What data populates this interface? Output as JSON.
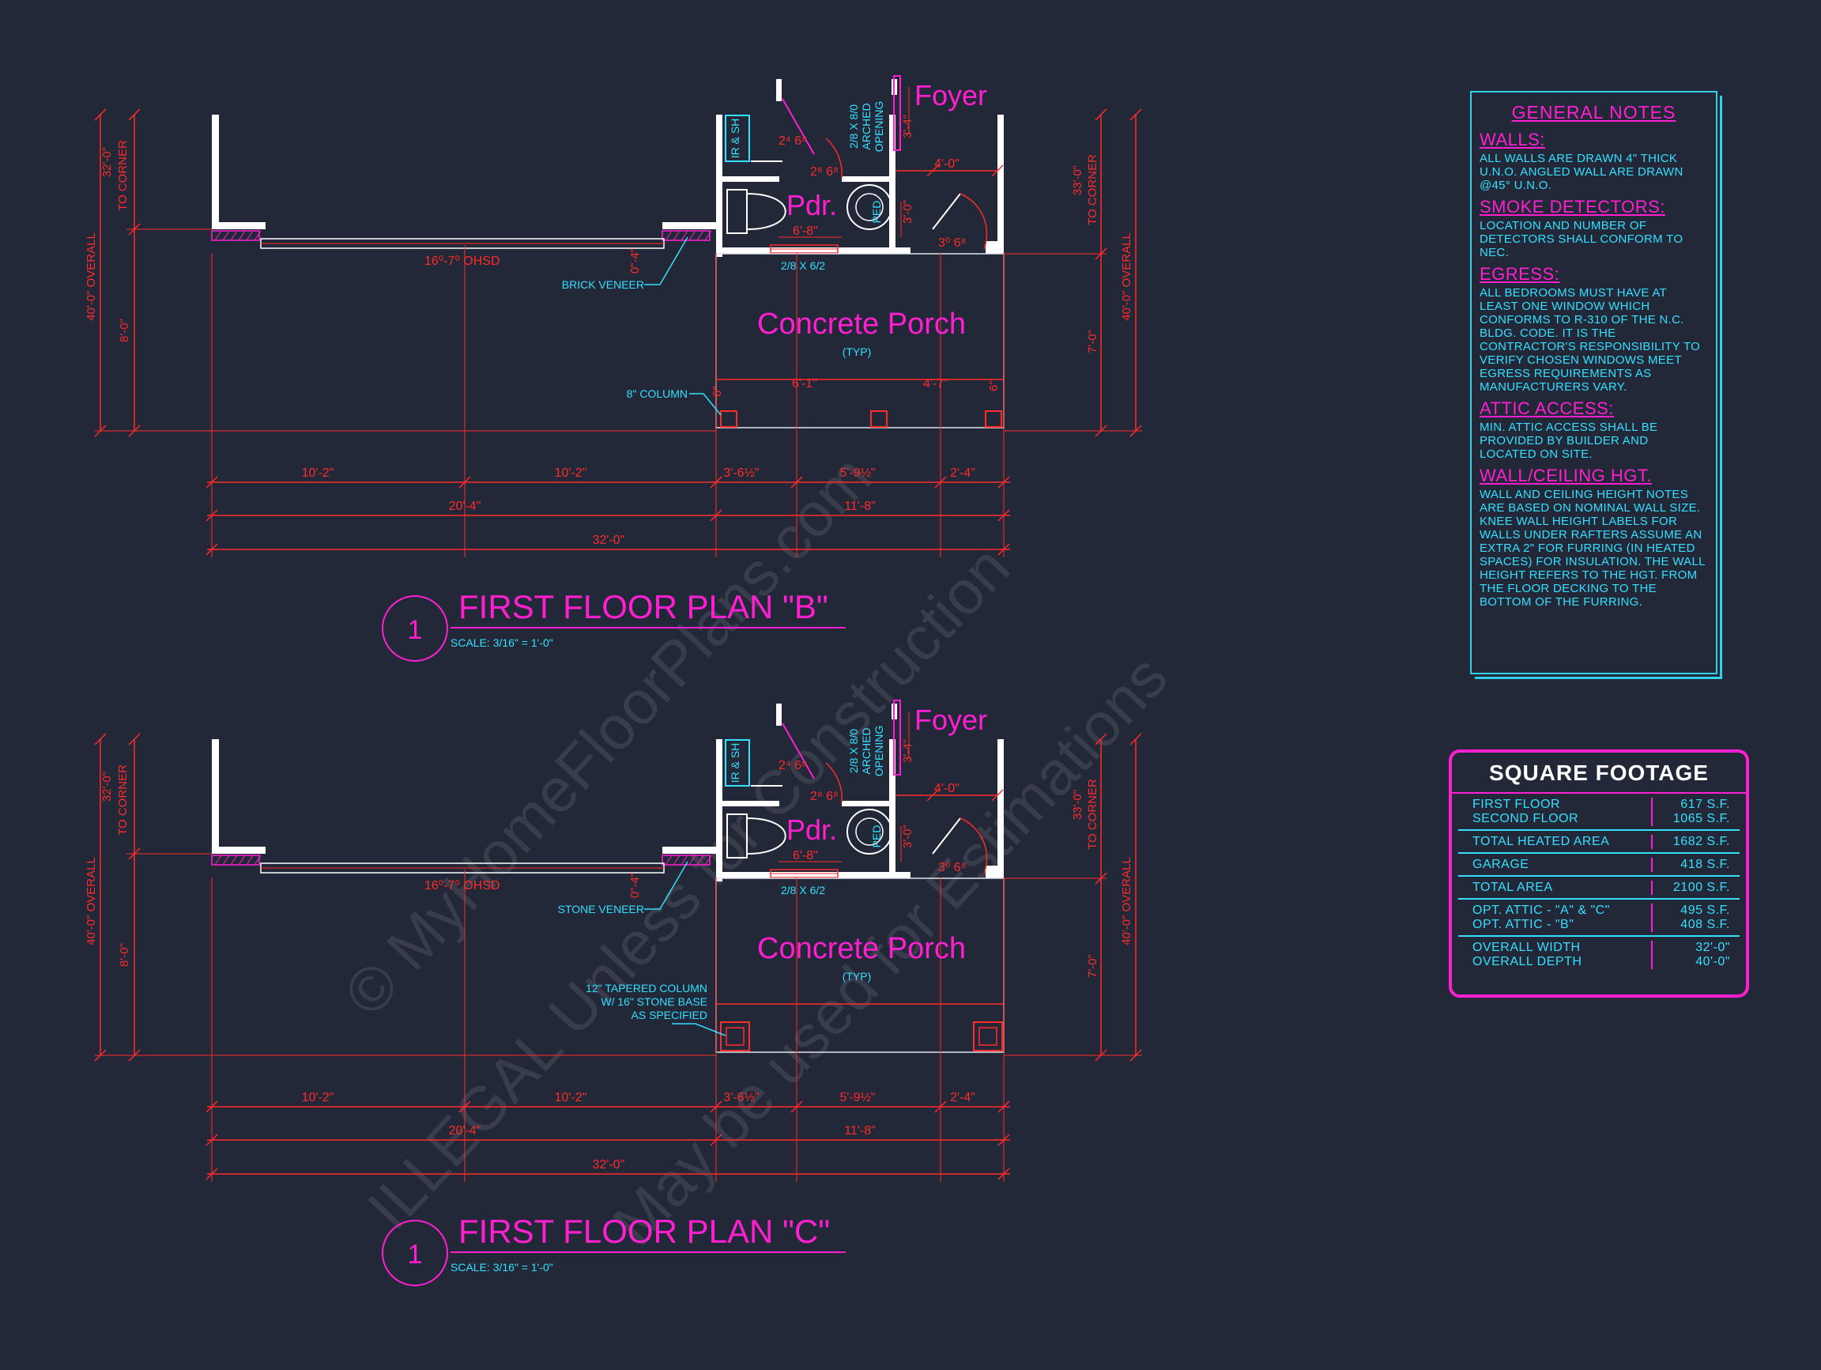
{
  "watermark": {
    "line1": "© MyHomeFloorPlans.com",
    "line2": "ILLEGAL Unless for Construction",
    "line3": "May be used for Estimations"
  },
  "plans": [
    {
      "id": "b",
      "title": "FIRST FLOOR PLAN \"B\"",
      "scale": "SCALE: 3/16\" = 1'-0\"",
      "number": "1",
      "veneer": "BRICK VENEER",
      "column": "8\" COLUMN",
      "column_lines": [
        "8\" COLUMN"
      ],
      "garage_door": "16⁰-7⁰ OHSD",
      "porch": "Concrete Porch",
      "porch_note": "(TYP)",
      "powder": "Pdr.",
      "foyer": "Foyer",
      "ir_sh": "IR & SH",
      "arched": [
        "2/8 X 8/0",
        "ARCHED",
        "OPENING"
      ],
      "door_2_6_a": "2⁴ 6⁸",
      "door_2_6_b": "2⁸ 6⁸",
      "door_3_6": "3⁰ 6⁸",
      "door_2_8": "2/8 X 6/2",
      "pdr_width": "6'-8\"",
      "foyer_width": "4'-0\"",
      "foyer_depth": "3'-4\"",
      "pdr_depth": "3'-0\"",
      "ped": "PED",
      "drop": "0\"-4\"",
      "porch_spans": [
        "6'-1\"",
        "4'-7\""
      ],
      "col_small": [
        "6\"",
        "6\""
      ],
      "bottom_row1": [
        "10'-2\"",
        "10'-2\"",
        "3'-6½\"",
        "5'-9½\"",
        "2'-4\""
      ],
      "bottom_row2": [
        "20'-4\"",
        "11'-8\""
      ],
      "bottom_row3": "32'-0\"",
      "left_overall": "40'-0\" OVERALL",
      "left_corner": [
        "32'-0\"",
        "TO CORNER"
      ],
      "left_8": "8'-0\"",
      "right_corner": [
        "33'-0\"",
        "TO CORNER"
      ],
      "right_overall": "40'-0\" OVERALL",
      "right_7": "7'-0\""
    },
    {
      "id": "c",
      "title": "FIRST FLOOR PLAN \"C\"",
      "scale": "SCALE: 3/16\" = 1'-0\"",
      "number": "1",
      "veneer": "STONE VENEER",
      "column": "12\" TAPERED COLUMN W/ 16\" STONE BASE AS SPECIFIED",
      "column_lines": [
        "12\" TAPERED COLUMN",
        "W/ 16\" STONE BASE",
        "AS SPECIFIED"
      ],
      "garage_door": "16⁰-7⁰ OHSD",
      "porch": "Concrete Porch",
      "porch_note": "(TYP)",
      "powder": "Pdr.",
      "foyer": "Foyer",
      "ir_sh": "IR & SH",
      "arched": [
        "2/8 X 8/0",
        "ARCHED",
        "OPENING"
      ],
      "door_2_6_a": "2⁴ 6⁸",
      "door_2_6_b": "2⁸ 6⁸",
      "door_3_6": "3⁰ 6⁸",
      "door_2_8": "2/8 X 6/2",
      "pdr_width": "6'-8\"",
      "foyer_width": "4'-0\"",
      "foyer_depth": "3'-4\"",
      "pdr_depth": "3'-0\"",
      "ped": "PED",
      "drop": "0\"-4\"",
      "porch_spans": [],
      "col_small": [],
      "bottom_row1": [
        "10'-2\"",
        "10'-2\"",
        "3'-6½\"",
        "5'-9½\"",
        "2'-4\""
      ],
      "bottom_row2": [
        "20'-4\"",
        "11'-8\""
      ],
      "bottom_row3": "32'-0\"",
      "left_overall": "40'-0\" OVERALL",
      "left_corner": [
        "32'-0\"",
        "TO CORNER"
      ],
      "left_8": "8'-0\"",
      "right_corner": [
        "33'-0\"",
        "TO CORNER"
      ],
      "right_overall": "40'-0\" OVERALL",
      "right_7": "7'-0\""
    }
  ],
  "general_notes": {
    "title": "GENERAL NOTES",
    "sections": [
      {
        "heading": "WALLS:",
        "body": "ALL WALLS ARE DRAWN 4\" THICK U.N.O. ANGLED WALL ARE DRAWN @45° U.N.O."
      },
      {
        "heading": "SMOKE DETECTORS:",
        "body": "LOCATION AND NUMBER OF DETECTORS SHALL CONFORM TO NEC."
      },
      {
        "heading": "EGRESS:",
        "body": "ALL BEDROOMS MUST HAVE AT LEAST ONE WINDOW WHICH CONFORMS TO R-310 OF THE N.C. BLDG. CODE. IT IS THE CONTRACTOR'S RESPONSIBILITY TO VERIFY CHOSEN WINDOWS MEET EGRESS REQUIREMENTS AS MANUFACTURERS VARY."
      },
      {
        "heading": "ATTIC ACCESS:",
        "body": "MIN. ATTIC ACCESS SHALL BE PROVIDED BY BUILDER AND LOCATED ON SITE."
      },
      {
        "heading": "WALL/CEILING HGT.",
        "body": "WALL AND CEILING HEIGHT NOTES ARE BASED ON NOMINAL WALL SIZE. KNEE WALL HEIGHT LABELS FOR WALLS UNDER RAFTERS ASSUME AN EXTRA 2\" FOR FURRING (IN HEATED SPACES) FOR INSULATION. THE WALL HEIGHT REFERS TO THE HGT. FROM THE FLOOR DECKING TO THE BOTTOM OF THE FURRING."
      }
    ]
  },
  "square_footage": {
    "title": "SQUARE FOOTAGE",
    "groups": [
      [
        {
          "label": "FIRST FLOOR",
          "value": "617 S.F."
        },
        {
          "label": "SECOND FLOOR",
          "value": "1065 S.F."
        }
      ],
      [
        {
          "label": "TOTAL HEATED AREA",
          "value": "1682 S.F."
        }
      ],
      [
        {
          "label": "GARAGE",
          "value": "418 S.F."
        }
      ],
      [
        {
          "label": "TOTAL AREA",
          "value": "2100 S.F."
        }
      ],
      [
        {
          "label": "OPT. ATTIC - \"A\" & \"C\"",
          "value": "495 S.F."
        },
        {
          "label": "OPT. ATTIC - \"B\"",
          "value": "408 S.F."
        }
      ],
      [
        {
          "label": "OVERALL WIDTH",
          "value": "32'-0\""
        },
        {
          "label": "OVERALL DEPTH",
          "value": "40'-0\""
        }
      ]
    ]
  },
  "colors": {
    "background": "#232838",
    "dimension": "#ff2a2a",
    "annotation": "#33e0ff",
    "room_label": "#ff1fd1",
    "wall": "#ffffff"
  }
}
